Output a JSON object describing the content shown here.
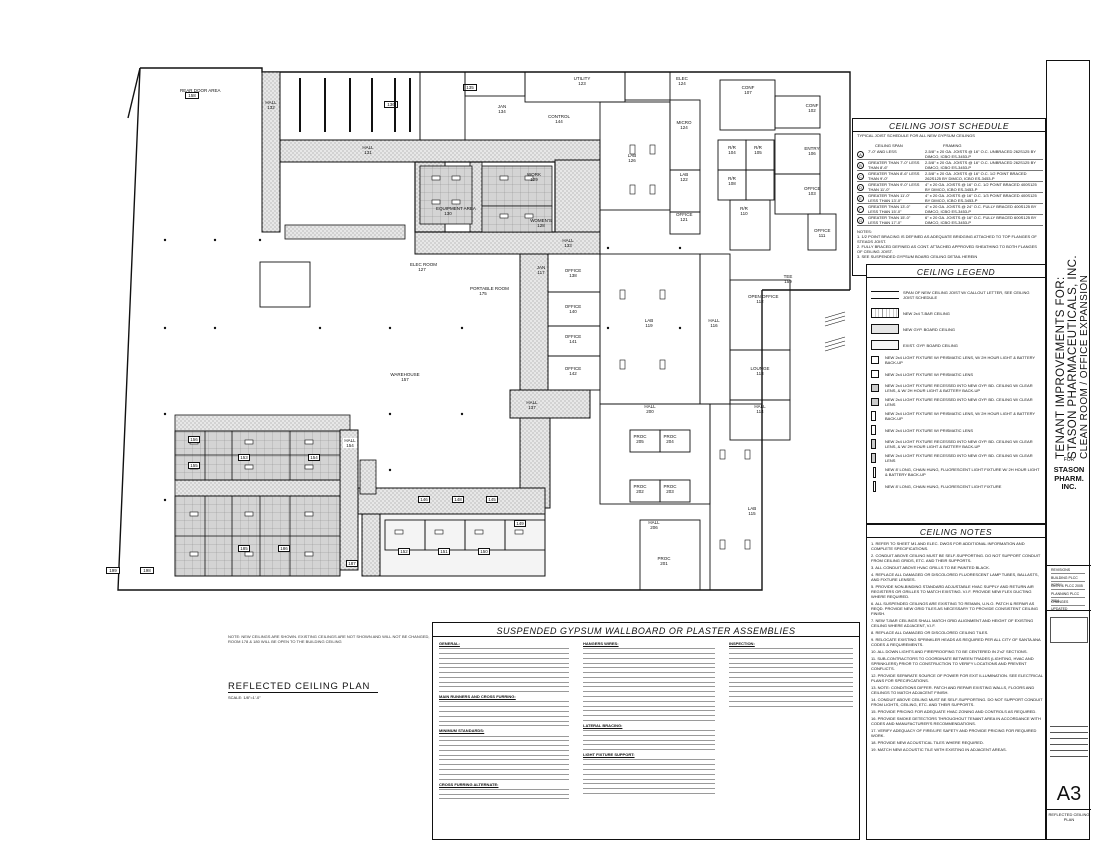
{
  "drawing": {
    "plan_title": "REFLECTED CEILING PLAN",
    "plan_scale": "SCALE: 1/8\"=1'-0\"",
    "plan_note": "NOTE: NEW CEILINGS ARE SHOWN. EXISTING CEILINGS ARE NOT SHOWN AND WILL NOT BE CHANGED, ROOM 178 & 180 WILL BE OPEN TO THE BUILDING CEILING"
  },
  "rooms": [
    {
      "name": "REAR DOOR AREA",
      "num": "158"
    },
    {
      "name": "HALL",
      "num": "132"
    },
    {
      "name": "",
      "num": "136"
    },
    {
      "name": "",
      "num": "135"
    },
    {
      "name": "JAN",
      "num": "134"
    },
    {
      "name": "CONTROL",
      "num": "144"
    },
    {
      "name": "UTILITY",
      "num": "123"
    },
    {
      "name": "ELEC",
      "num": "124"
    },
    {
      "name": "LAB",
      "num": "126"
    },
    {
      "name": "MICRO",
      "num": "124"
    },
    {
      "name": "LAB",
      "num": "122"
    },
    {
      "name": "OFFICE",
      "num": "121"
    },
    {
      "name": "CONF",
      "num": "107"
    },
    {
      "name": "CONF",
      "num": "102"
    },
    {
      "name": "ENTRY",
      "num": "106"
    },
    {
      "name": "OFFICE",
      "num": "103"
    },
    {
      "name": "OFFICE",
      "num": "111"
    },
    {
      "name": "R/R",
      "num": "104"
    },
    {
      "name": "R/R",
      "num": "105"
    },
    {
      "name": "R/R",
      "num": "108"
    },
    {
      "name": "R/R",
      "num": "110"
    },
    {
      "name": "HALL",
      "num": "131"
    },
    {
      "name": "EQUIPMENT AREA",
      "num": "130"
    },
    {
      "name": "WORK",
      "num": "129"
    },
    {
      "name": "WOMEN'S",
      "num": "128"
    },
    {
      "name": "HALL",
      "num": "133"
    },
    {
      "name": "ELEC ROOM",
      "num": "127"
    },
    {
      "name": "PORTABLE ROOM",
      "num": "175"
    },
    {
      "name": "JAN",
      "num": "117"
    },
    {
      "name": "OFFICE",
      "num": "138"
    },
    {
      "name": "OFFICE",
      "num": "140"
    },
    {
      "name": "OFFICE",
      "num": "141"
    },
    {
      "name": "OFFICE",
      "num": "142"
    },
    {
      "name": "LAB",
      "num": "119"
    },
    {
      "name": "HALL",
      "num": "116"
    },
    {
      "name": "OPEN OFFICE",
      "num": "112"
    },
    {
      "name": "TEE",
      "num": "159"
    },
    {
      "name": "LOUNGE",
      "num": "113"
    },
    {
      "name": "HALL",
      "num": "114"
    },
    {
      "name": "WAREHOUSE",
      "num": "157"
    },
    {
      "name": "HALL",
      "num": "137"
    },
    {
      "name": "HALL",
      "num": "200"
    },
    {
      "name": "PROC",
      "num": "205"
    },
    {
      "name": "PROC",
      "num": "204"
    },
    {
      "name": "PROC",
      "num": "202"
    },
    {
      "name": "PROC",
      "num": "203"
    },
    {
      "name": "HALL",
      "num": "206"
    },
    {
      "name": "PROC",
      "num": "201"
    },
    {
      "name": "LAB",
      "num": "115"
    },
    {
      "name": "",
      "num": "156"
    },
    {
      "name": "",
      "num": "155"
    },
    {
      "name": "",
      "num": "153"
    },
    {
      "name": "",
      "num": "154"
    },
    {
      "name": "HALL",
      "num": "154"
    },
    {
      "name": "",
      "num": "185"
    },
    {
      "name": "",
      "num": "186"
    },
    {
      "name": "",
      "num": "187"
    },
    {
      "name": "",
      "num": "152"
    },
    {
      "name": "",
      "num": "151"
    },
    {
      "name": "",
      "num": "150"
    },
    {
      "name": "",
      "num": "149"
    },
    {
      "name": "",
      "num": "148"
    },
    {
      "name": "",
      "num": "146"
    },
    {
      "name": "",
      "num": "145"
    },
    {
      "name": "",
      "num": "199"
    },
    {
      "name": "",
      "num": "198"
    }
  ],
  "joist_schedule": {
    "title": "CEILING JOIST SCHEDULE",
    "subtitle": "TYPICAL JOIST SCHEDULE FOR ALL NEW GYPSUM CEILINGS",
    "col_span": "CEILING SPAN",
    "col_framing": "FRAMING",
    "rows": [
      {
        "key": "A",
        "span": "7'-0\" AND LESS",
        "framing": "2-5/8\" x 20 GA. JOISTS @ 16\" O.C. UNBRACED 262S125 BY DIMCO, ICBO ES-3453-P"
      },
      {
        "key": "B",
        "span": "GREATER THAN 7'-0\" LESS THAN 8'-6\"",
        "framing": "2-5/8\" x 20 GA. JOISTS @ 16\" O.C. UNBRACED 262S125 BY DIMCO, ICBO ES-3453-P"
      },
      {
        "key": "C",
        "span": "GREATER THAN 8'-6\" LESS THAN 9'-0\"",
        "framing": "2-5/8\" x 20 GA. JOISTS @ 16\" O.C. 1/2 POINT BRACED 262S125 BY DIMCO, ICBO ES-3453-P"
      },
      {
        "key": "D",
        "span": "GREATER THAN 9'-0\" LESS THAN 11'-0\"",
        "framing": "4\" x 20 GA. JOISTS @ 16\" O.C. 1/2 POINT BRACED 400S125 BY DIMCO, ICBO ES-3453-P"
      },
      {
        "key": "E",
        "span": "GREATER THAN 11'-0\" LESS THAN 13'-0\"",
        "framing": "4\" x 20 GA. JOISTS @ 16\" O.C. 1/3 POINT BRACED 400S125 BY DIMCO, ICBO ES-3453-P"
      },
      {
        "key": "F",
        "span": "GREATER THAN 13'-0\" LESS THAN 15'-0\"",
        "framing": "4\" x 20 GA. JOISTS @ 24\" O.C. FULLY BRACED 400S125 BY DIMCO, ICBO ES-3453-P"
      },
      {
        "key": "G",
        "span": "GREATER THAN 15'-0\" LESS THAN 17'-0\"",
        "framing": "6\" x 20 GA. JOISTS @ 16\" O.C. FULLY BRACED 600S125 BY DIMCO, ICBO ES-3453-P"
      }
    ],
    "notes": [
      "NOTES:",
      "1. 1/2 POINT BRACING IS DEFINED AS ADEQUATE BRIDGING ATTACHED TO TOP FLANGES OF STEADS JOIST.",
      "2. FULLY BRACED DEFINED AS CONT. ATTACHED APPROVED SHEATHING TO BOTH FLANGES OF CEILING JOIST.",
      "3. SEE SUSPENDED GYPSUM BOARD CEILING DETAIL HEREIN"
    ]
  },
  "ceiling_legend": {
    "title": "CEILING LEGEND",
    "items": [
      "SPAN OF NEW CEILING JOIST W/ CALLOUT LETTER, SEE CEILING JOIST SCHEDULE",
      "NEW 2x4 T-BAR CEILING",
      "NEW GYP. BOARD CEILING",
      "EXIST. GYP. BOARD CEILING",
      "NEW 2x4 LIGHT FIXTURE W/ PRISMATIC LENS, W/ 2H HOUR LIGHT & BATTERY BACK-UP",
      "NEW 2x4 LIGHT FIXTURE W/ PRISMATIC LENS",
      "NEW 2x4 LIGHT FIXTURE RECESSED INTO NEW GYP. BD. CEILING W/ CLEAR LENS, & W/ 2H HOUR LIGHT & BATTERY BACK-UP",
      "NEW 2x4 LIGHT FIXTURE RECESSED INTO NEW GYP. BD. CEILING W/ CLEAR LENS",
      "NEW 2x4 LIGHT FIXTURE W/ PRISMATIC LENS, W/ 2H HOUR LIGHT & BATTERY BACK-UP",
      "NEW 2x4 LIGHT FIXTURE W/ PRISMATIC LENS",
      "NEW 2x4 LIGHT FIXTURE RECESSED INTO NEW GYP. BD. CEILING W/ CLEAR LENS, & W/ 2H HOUR LIGHT & BATTERY BACK-UP",
      "NEW 2x4 LIGHT FIXTURE RECESSED INTO NEW GYP. BD. CEILING W/ CLEAR LENS",
      "NEW 8' LONG, CHAIN HUNG, FLUORESCENT LIGHT FIXTURE W/ 2H HOUR LIGHT & BATTERY BACK-UP",
      "NEW 8' LONG, CHAIN HUNG, FLUORESCENT LIGHT FIXTURE"
    ]
  },
  "ceiling_notes": {
    "title": "CEILING NOTES",
    "items": [
      "1. REFER TO SHEET M1 AND ELEC. DWGS FOR ADDITIONAL INFORMATION AND COMPLETE SPECIFICATIONS.",
      "2. CONDUIT ABOVE CEILING MUST BE SELF-SUPPORTING. DO NOT SUPPORT CONDUIT FROM CEILING GRIDS, ETC. AND THEIR SUPPORTS.",
      "3. ALL CONDUIT ABOVE HVAC GRILLS TO BE PAINTED BLACK.",
      "4. REPLACE ALL DAMAGED OR DISCOLORED FLUORESCENT LAMP TUBES, BALLASTS, AND FIXTURE LENSES.",
      "5. PROVIDE NON-BINDING STANDARD ADJUSTABLE HVAC SUPPLY AND RETURN AIR REGISTERS OR GRILLES TO MATCH EXISTING. V.I.F. PROVIDE NEW FLEX DUCTING WHERE REQUIRED.",
      "6. ALL SUSPENDED CEILINGS ARE EXISTING TO REMAIN, U.N.O. PATCH & REPAIR AS REQD. PROVIDE NEW GRID TILES AS NECESSARY TO PROVIDE CONSISTENT CEILING FINISH.",
      "7. NEW T-BAR CEILINGS SHALL MATCH GRID ALIGNMENT AND HEIGHT OF EXISTING CEILING WHERE ADJACENT, V.I.F.",
      "8. REPLACE ALL DAMAGED OR DISCOLORED CEILING TILES.",
      "9. RELOCATE EXISTING SPRINKLER HEADS AS REQUIRED PER ALL CITY OF SANTA ANA CODES & REQUIREMENTS.",
      "10. ALL DOWN LIGHTS AND FIREPROOFING TO BE CENTERED IN 2'x2' SECTIONS.",
      "11. SUB-CONTRACTORS TO COORDINATE BETWEEN TRADES (LIGHTING, HVAC AND SPRINKLERS) PRIOR TO CONSTRUCTION TO VERIFY LOCATIONS AND PREVENT CONFLICTS.",
      "12. PROVIDE SEPARATE SOURCE OF POWER FOR EXIT ILLUMINATION. SEE ELECTRICAL PLANS FOR SPECIFICATIONS.",
      "13. NOTE: CONDITIONS DIFFER. PATCH AND REPAIR EXISTING WALLS, FLOORS AND CEILINGS TO MATCH ADJACENT FINISH.",
      "14. CONDUIT ABOVE CEILING MUST BE SELF-SUPPORTING. DO NOT SUPPORT CONDUIT FROM LIGHTS, CEILING, ETC. AND THEIR SUPPORTS.",
      "15. PROVIDE PRICING FOR ADEQUATE HVAC ZONING AND CONTROLS AS REQUIRED.",
      "16. PROVIDE SMOKE DETECTORS THROUGHOUT TENANT AREA IN ACCORDANCE WITH CODES AND MANUFACTURER'S RECOMMENDATIONS.",
      "17. VERIFY ADEQUACY OF FIRE/LIFE SAFETY AND PROVIDE PRICING FOR REQUIRED WORK.",
      "18. PROVIDE NEW ACOUSTICAL TILES WHERE REQUIRED.",
      "19. MATCH NEW ACOUSTIC TILE WITH EXISTING IN ADJACENT AREAS."
    ]
  },
  "assemblies": {
    "title": "SUSPENDED GYPSUM WALLBOARD OR PLASTER ASSEMBLIES",
    "col1_head": "GENERAL:",
    "col2_head": "HANGERS WIRES:",
    "col3_head": "INSPECTION:",
    "col1_sub1": "MAIN RUNNERS AND CROSS FURRING:",
    "col1_sub2": "MINIMUM STANDARDS:",
    "col1_sub3": "CROSS FURRING ALTERNATE:",
    "col2_sub1": "LATERAL BRACING:",
    "col2_sub2": "LIGHT FIXTURE SUPPORT:"
  },
  "title_block": {
    "project_line1": "TENANT IMPROVEMENTS FOR:",
    "project_line2": "STASON PHARMACEUTICALS, INC.",
    "project_line3": "CLEAN ROOM / OFFICE EXPANSION",
    "for_label": "FOR",
    "client_line1": "STASON",
    "client_line2": "PHARM. INC.",
    "sheet_title": "REFLECTED CEILING PLAN",
    "sheet_number": "A3",
    "revisions": [
      "REVISIONS",
      "BUILDING PLCC 9/2004",
      "CLC'L & PLCC 2005",
      "PLANNING PLCC 2004",
      "CHANGES UPDATED"
    ]
  }
}
